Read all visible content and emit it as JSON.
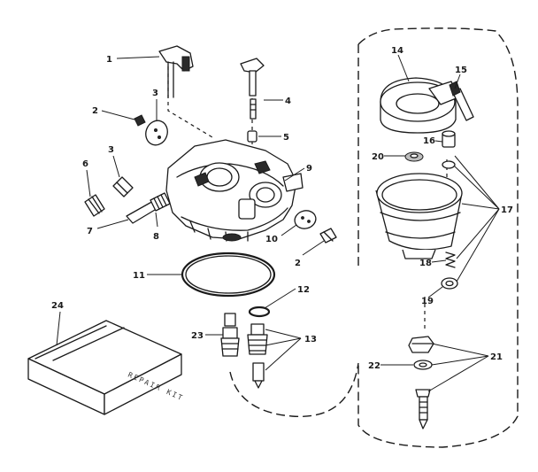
{
  "callouts": {
    "c1": "1",
    "c2a": "2",
    "c2b": "2",
    "c3": "3",
    "c3b": "3",
    "c4": "4",
    "c5": "5",
    "c6": "6",
    "c7": "7",
    "c8": "8",
    "c9": "9",
    "c10": "10",
    "c11": "11",
    "c12": "12",
    "c13": "13",
    "c14": "14",
    "c15": "15",
    "c16": "16",
    "c17": "17",
    "c18": "18",
    "c19": "19",
    "c20": "20",
    "c21": "21",
    "c22": "22",
    "c23": "23",
    "c24": "24"
  },
  "kit_label": "REPAIR KIT"
}
